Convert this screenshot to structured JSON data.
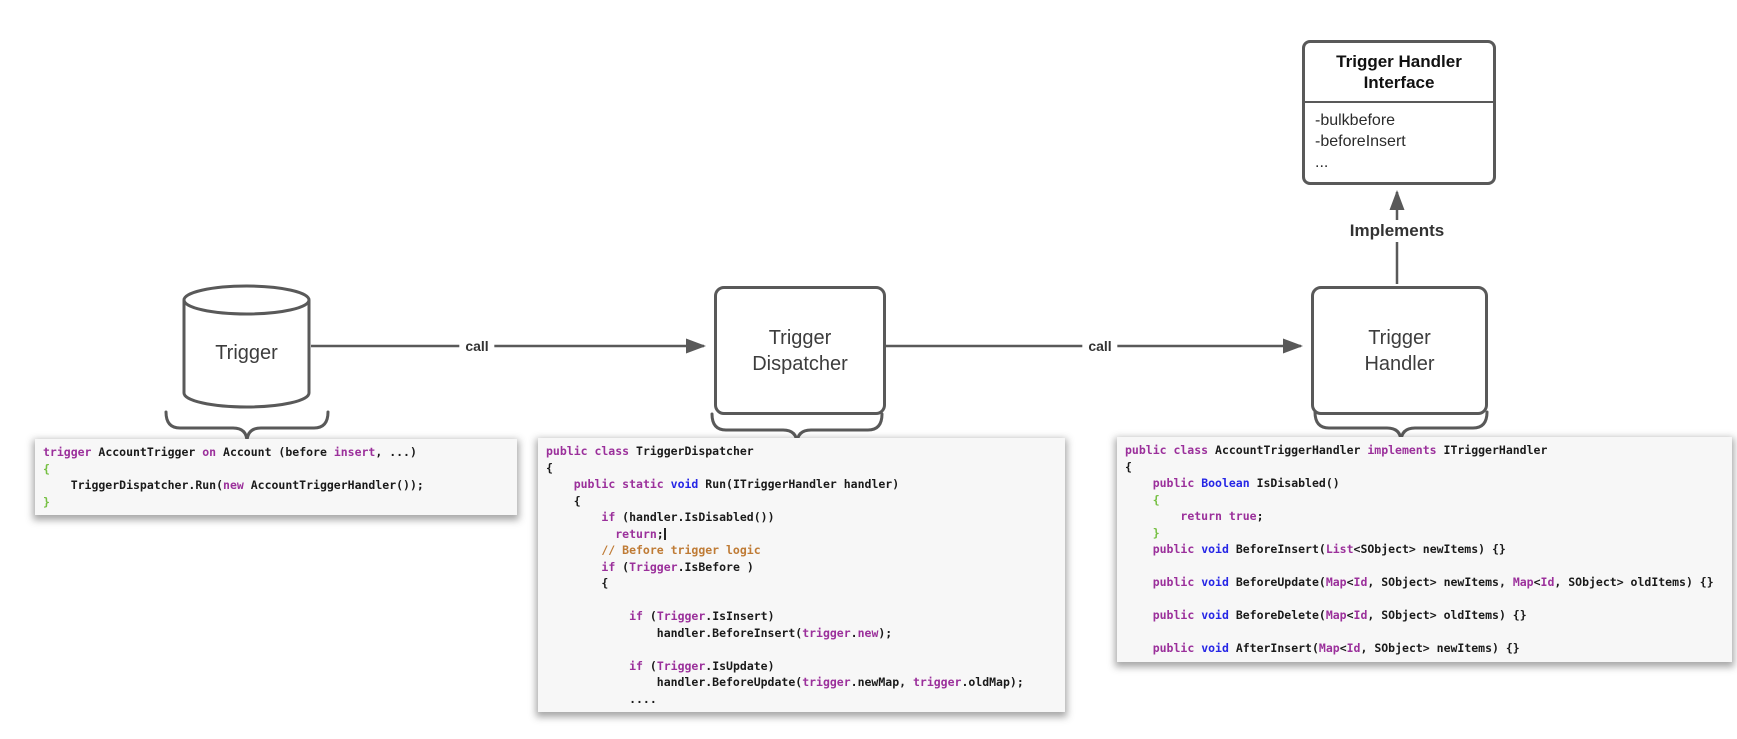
{
  "diagram": {
    "interface_box": {
      "title_line1": "Trigger Handler",
      "title_line2": "Interface",
      "attributes": [
        "-bulkbefore",
        "-beforeInsert",
        "..."
      ]
    },
    "implements_label": "Implements",
    "trigger_label": "Trigger",
    "dispatcher_label_line1": "Trigger",
    "dispatcher_label_line2": "Dispatcher",
    "handler_label_line1": "Trigger",
    "handler_label_line2": "Handler",
    "call_label_1": "call",
    "call_label_2": "call"
  },
  "colors": {
    "outline": "#595959",
    "keyword_purple": "#9b309b",
    "type_blue": "#2626e6",
    "comment_orange": "#bf7b35",
    "brace_green": "#76c043",
    "code_text": "#1a1a1a",
    "panel_bg": "#f7f7f7"
  },
  "code_panels": [
    {
      "name": "trigger-code",
      "lines": [
        [
          [
            "k",
            "trigger"
          ],
          [
            "p",
            " AccountTrigger "
          ],
          [
            "k",
            "on"
          ],
          [
            "p",
            " Account (before "
          ],
          [
            "k",
            "insert"
          ],
          [
            "p",
            ", ...)"
          ]
        ],
        [
          [
            "g",
            "{"
          ]
        ],
        [
          [
            "p",
            "    TriggerDispatcher.Run("
          ],
          [
            "k",
            "new"
          ],
          [
            "p",
            " AccountTriggerHandler());"
          ]
        ],
        [
          [
            "g",
            "}"
          ]
        ]
      ]
    },
    {
      "name": "dispatcher-code",
      "lines": [
        [
          [
            "k",
            "public class"
          ],
          [
            "p",
            " TriggerDispatcher"
          ]
        ],
        [
          [
            "p",
            "{"
          ]
        ],
        [
          [
            "p",
            "    "
          ],
          [
            "k",
            "public static"
          ],
          [
            "p",
            " "
          ],
          [
            "t",
            "void"
          ],
          [
            "p",
            " Run(ITriggerHandler handler)"
          ]
        ],
        [
          [
            "p",
            "    {"
          ]
        ],
        [
          [
            "p",
            "        "
          ],
          [
            "k",
            "if"
          ],
          [
            "p",
            " (handler.IsDisabled())"
          ]
        ],
        [
          [
            "p",
            "          "
          ],
          [
            "k",
            "return"
          ],
          [
            "p",
            ";"
          ],
          [
            "bar",
            ""
          ]
        ],
        [
          [
            "c",
            "        // Before trigger logic"
          ]
        ],
        [
          [
            "p",
            "        "
          ],
          [
            "k",
            "if"
          ],
          [
            "p",
            " ("
          ],
          [
            "k",
            "Trigger"
          ],
          [
            "p",
            ".IsBefore )"
          ]
        ],
        [
          [
            "p",
            "        {"
          ]
        ],
        [],
        [
          [
            "p",
            "            "
          ],
          [
            "k",
            "if"
          ],
          [
            "p",
            " ("
          ],
          [
            "k",
            "Trigger"
          ],
          [
            "p",
            ".IsInsert)"
          ]
        ],
        [
          [
            "p",
            "                handler.BeforeInsert("
          ],
          [
            "k",
            "trigger"
          ],
          [
            "p",
            "."
          ],
          [
            "k",
            "new"
          ],
          [
            "p",
            ");"
          ]
        ],
        [],
        [
          [
            "p",
            "            "
          ],
          [
            "k",
            "if"
          ],
          [
            "p",
            " ("
          ],
          [
            "k",
            "Trigger"
          ],
          [
            "p",
            ".IsUpdate)"
          ]
        ],
        [
          [
            "p",
            "                handler.BeforeUpdate("
          ],
          [
            "k",
            "trigger"
          ],
          [
            "p",
            ".newMap, "
          ],
          [
            "k",
            "trigger"
          ],
          [
            "p",
            ".oldMap);"
          ]
        ],
        [
          [
            "p",
            "            ...."
          ]
        ]
      ]
    },
    {
      "name": "handler-code",
      "lines": [
        [
          [
            "k",
            "public class"
          ],
          [
            "p",
            " AccountTriggerHandler "
          ],
          [
            "k",
            "implements"
          ],
          [
            "p",
            " ITriggerHandler"
          ]
        ],
        [
          [
            "p",
            "{"
          ]
        ],
        [
          [
            "p",
            "    "
          ],
          [
            "k",
            "public"
          ],
          [
            "p",
            " "
          ],
          [
            "t",
            "Boolean"
          ],
          [
            "p",
            " IsDisabled()"
          ]
        ],
        [
          [
            "g",
            "    {"
          ]
        ],
        [
          [
            "p",
            "        "
          ],
          [
            "k",
            "return true"
          ],
          [
            "p",
            ";"
          ]
        ],
        [
          [
            "g",
            "    }"
          ]
        ],
        [
          [
            "p",
            "    "
          ],
          [
            "k",
            "public"
          ],
          [
            "p",
            " "
          ],
          [
            "t",
            "void"
          ],
          [
            "p",
            " BeforeInsert("
          ],
          [
            "k",
            "List"
          ],
          [
            "p",
            "<SObject> newItems) {}"
          ]
        ],
        [],
        [
          [
            "p",
            "    "
          ],
          [
            "k",
            "public"
          ],
          [
            "p",
            " "
          ],
          [
            "t",
            "void"
          ],
          [
            "p",
            " BeforeUpdate("
          ],
          [
            "k",
            "Map"
          ],
          [
            "p",
            "<"
          ],
          [
            "k",
            "Id"
          ],
          [
            "p",
            ", SObject> newItems, "
          ],
          [
            "k",
            "Map"
          ],
          [
            "p",
            "<"
          ],
          [
            "k",
            "Id"
          ],
          [
            "p",
            ", SObject> oldItems) {}"
          ]
        ],
        [],
        [
          [
            "p",
            "    "
          ],
          [
            "k",
            "public"
          ],
          [
            "p",
            " "
          ],
          [
            "t",
            "void"
          ],
          [
            "p",
            " BeforeDelete("
          ],
          [
            "k",
            "Map"
          ],
          [
            "p",
            "<"
          ],
          [
            "k",
            "Id"
          ],
          [
            "p",
            ", SObject> oldItems) {}"
          ]
        ],
        [],
        [
          [
            "p",
            "    "
          ],
          [
            "k",
            "public"
          ],
          [
            "p",
            " "
          ],
          [
            "t",
            "void"
          ],
          [
            "p",
            " AfterInsert("
          ],
          [
            "k",
            "Map"
          ],
          [
            "p",
            "<"
          ],
          [
            "k",
            "Id"
          ],
          [
            "p",
            ", SObject> newItems) {}"
          ]
        ]
      ]
    }
  ]
}
